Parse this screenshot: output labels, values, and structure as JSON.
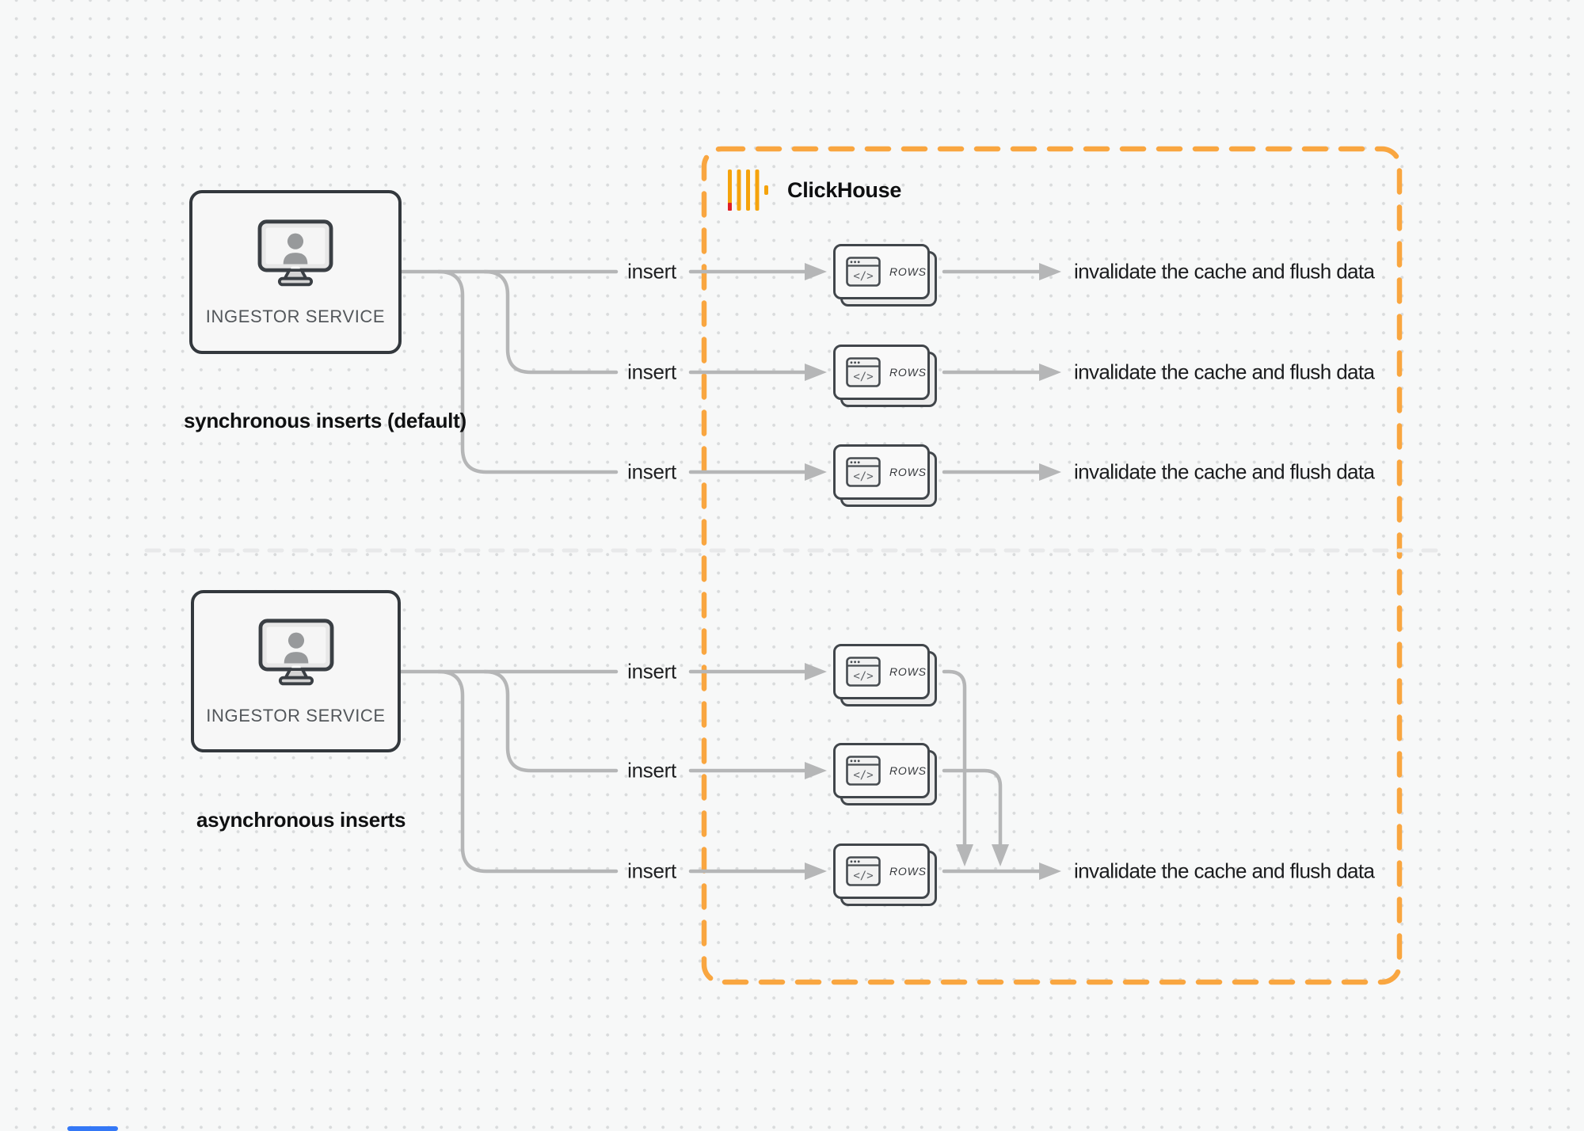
{
  "clickhouse": {
    "label": "ClickHouse"
  },
  "glyphs": {
    "code": "</>"
  },
  "sections": [
    {
      "caption": "synchronous inserts (default)",
      "service_label": "INGESTOR SERVICE",
      "rows": [
        {
          "insert_label": "insert",
          "card_label": "ROWS",
          "result_label": "invalidate the cache and flush data"
        },
        {
          "insert_label": "insert",
          "card_label": "ROWS",
          "result_label": "invalidate the cache and flush data"
        },
        {
          "insert_label": "insert",
          "card_label": "ROWS",
          "result_label": "invalidate the cache and flush data"
        }
      ]
    },
    {
      "caption": "asynchronous inserts",
      "service_label": "INGESTOR SERVICE",
      "rows": [
        {
          "insert_label": "insert",
          "card_label": "ROWS"
        },
        {
          "insert_label": "insert",
          "card_label": "ROWS"
        },
        {
          "insert_label": "insert",
          "card_label": "ROWS",
          "result_label": "invalidate the cache and flush data"
        }
      ]
    }
  ],
  "colors": {
    "accent_orange": "#F9A640",
    "logo_amber": "#F5A30C",
    "logo_red": "#E01E25",
    "connector_gray": "#B5B6B7",
    "divider_gray": "#E8E9EA",
    "box_border": "#33383D",
    "background": "#F7F8F8"
  }
}
